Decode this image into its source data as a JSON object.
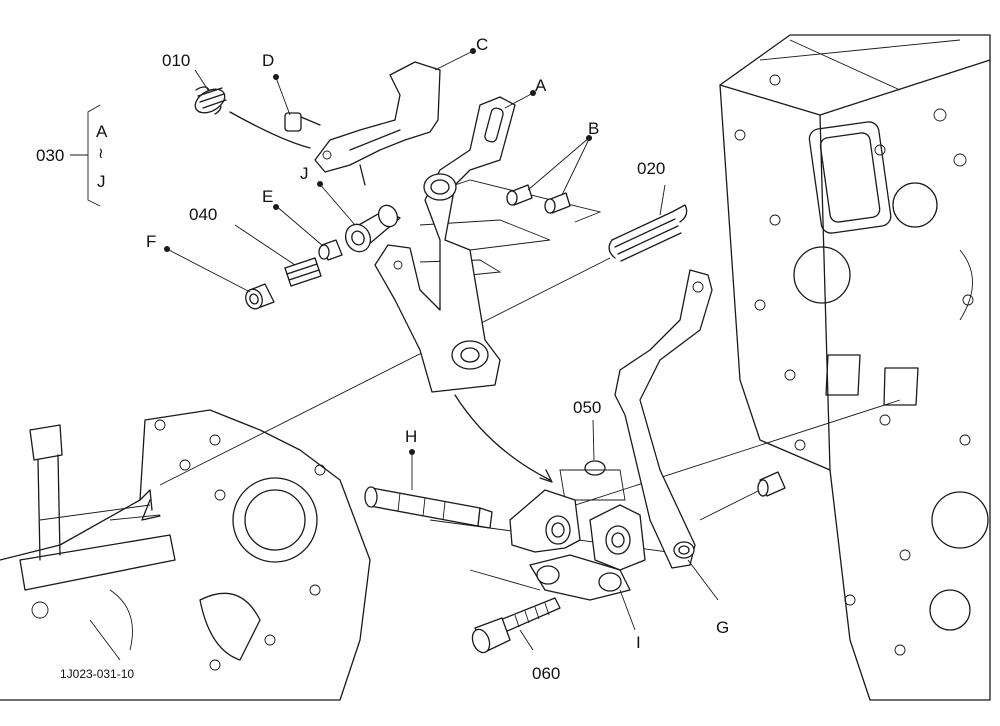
{
  "callouts": {
    "c010": "010",
    "c020": "020",
    "c030": "030",
    "c040": "040",
    "c050": "050",
    "c060": "060",
    "cA": "A",
    "cB": "B",
    "cC": "C",
    "cD": "D",
    "cE": "E",
    "cF": "F",
    "cG": "G",
    "cH": "H",
    "cI": "I",
    "cJ": "J"
  },
  "bracket": {
    "top": "A",
    "mid": "≀",
    "bottom": "J"
  },
  "figure_code": "1J023-031-10"
}
